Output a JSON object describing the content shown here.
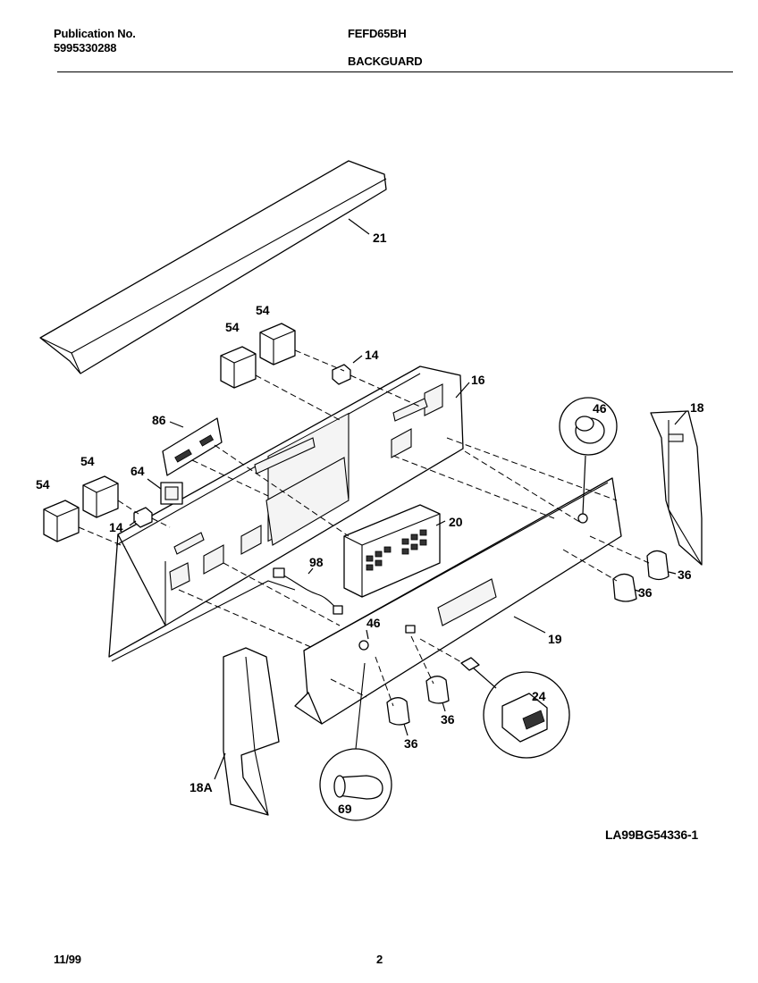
{
  "header": {
    "publication_label": "Publication No.",
    "publication_number": "5995330288",
    "model": "FEFD65BH",
    "section": "BACKGUARD"
  },
  "diagram_id": "LA99BG54336-1",
  "footer": {
    "date": "11/99",
    "page": "2"
  },
  "callouts": {
    "c21": "21",
    "c54a": "54",
    "c54b": "54",
    "c14a": "14",
    "c16": "16",
    "c86": "86",
    "c54c": "54",
    "c64": "64",
    "c54d": "54",
    "c14b": "14",
    "c46a": "46",
    "c18": "18",
    "c20": "20",
    "c98": "98",
    "c46b": "46",
    "c36a": "36",
    "c36b": "36",
    "c19": "19",
    "c24": "24",
    "c36c": "36",
    "c36d": "36",
    "c18a": "18A",
    "c69": "69"
  }
}
